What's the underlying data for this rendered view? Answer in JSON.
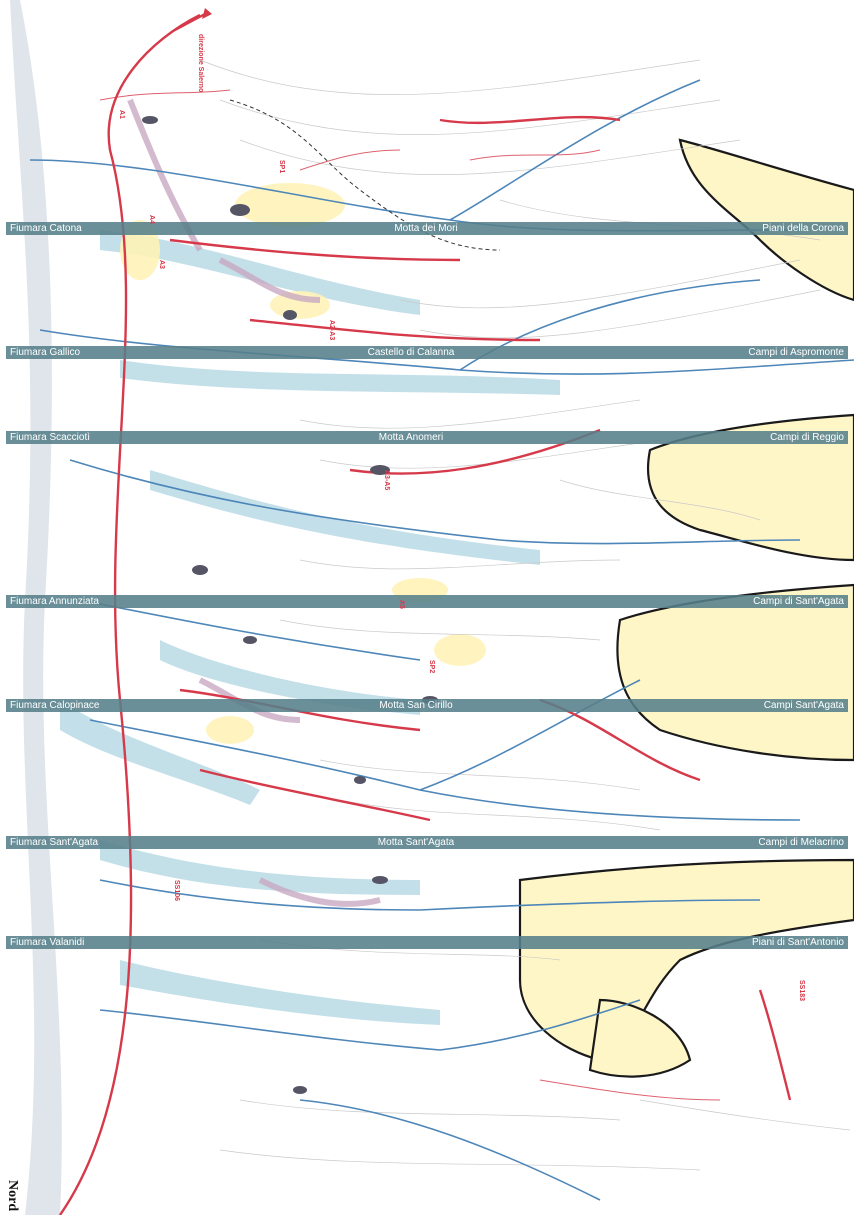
{
  "colors": {
    "band": "#56808a",
    "road": "#d63a4a",
    "river": "#4d86b8",
    "river_bed": "#b9dbe6",
    "plateau": "#fff6c8",
    "plateau_border": "#1a1a1a",
    "contour": "#c9c9c9",
    "settlement": "#555566",
    "terrace": "#c9a9c2"
  },
  "direction_label": "direzione Salerno",
  "north_label": "Nord",
  "bands": [
    {
      "left": "Fiumara Catona",
      "mid": "Motta dei Mori",
      "right": "Piani della Corona"
    },
    {
      "left": "Fiumara Gallico",
      "mid": "Castello di Calanna",
      "right": "Campi di Aspromonte"
    },
    {
      "left": "Fiumara Scacciotì",
      "mid": "Motta Anomeri",
      "right": "Campi di Reggio"
    },
    {
      "left": "Fiumara Annunziata",
      "mid": "",
      "right": "Campi di Sant'Agata"
    },
    {
      "left": "Fiumara Calopinace",
      "mid": "Motta San Cirillo",
      "right": "Campi Sant'Agata"
    },
    {
      "left": "Fiumara Sant'Agata",
      "mid": "Motta Sant'Agata",
      "right": "Campi di Melacrino"
    },
    {
      "left": "Fiumara Valanidi",
      "mid": "",
      "right": "Piani di Sant'Antonio"
    }
  ],
  "road_labels": [
    "A3",
    "A3-A5",
    "A2-A3",
    "A5",
    "A4",
    "SP1",
    "SP2",
    "SS106",
    "SS183",
    "A1"
  ]
}
